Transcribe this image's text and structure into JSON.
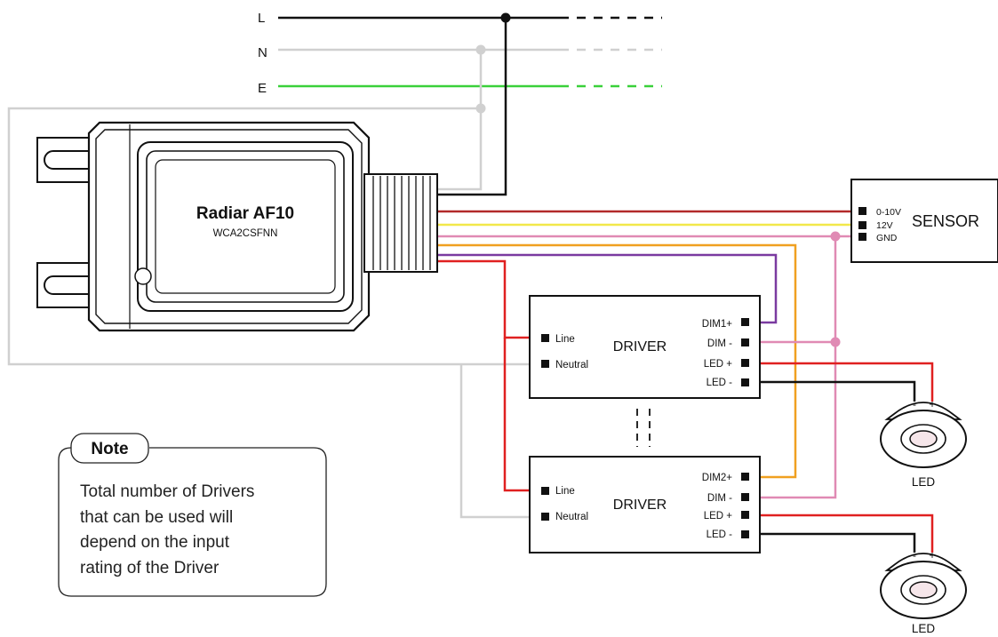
{
  "mains": {
    "l_label": "L",
    "n_label": "N",
    "e_label": "E"
  },
  "controller": {
    "name": "Radiar AF10",
    "model": "WCA2CSFNN"
  },
  "sensor": {
    "title": "SENSOR",
    "pins": [
      "0-10V",
      "12V",
      "GND"
    ]
  },
  "drivers": [
    {
      "title": "DRIVER",
      "inputs": [
        "Line",
        "Neutral"
      ],
      "outputs": [
        "DIM1+",
        "DIM -",
        "LED +",
        "LED -"
      ]
    },
    {
      "title": "DRIVER",
      "inputs": [
        "Line",
        "Neutral"
      ],
      "outputs": [
        "DIM2+",
        "DIM -",
        "LED +",
        "LED -"
      ]
    }
  ],
  "leds": [
    {
      "label": "LED",
      "minus": "-",
      "plus": "+"
    },
    {
      "label": "LED",
      "minus": "-",
      "plus": "+"
    }
  ],
  "note": {
    "title": "Note",
    "lines": [
      "Total number of Drivers",
      "that can be used will",
      "depend on the input",
      "rating of the Driver"
    ]
  },
  "colors": {
    "live": "#111111",
    "neutral": "#d0d0d0",
    "earth": "#3ad13a",
    "wire_0_10v": "#b22a2a",
    "wire_12v": "#f2e84a",
    "wire_gnd": "#e6a23a",
    "wire_orange": "#f0a020",
    "wire_purple": "#7a3aa0",
    "wire_red": "#e02020",
    "wire_pink": "#e08ab4"
  }
}
